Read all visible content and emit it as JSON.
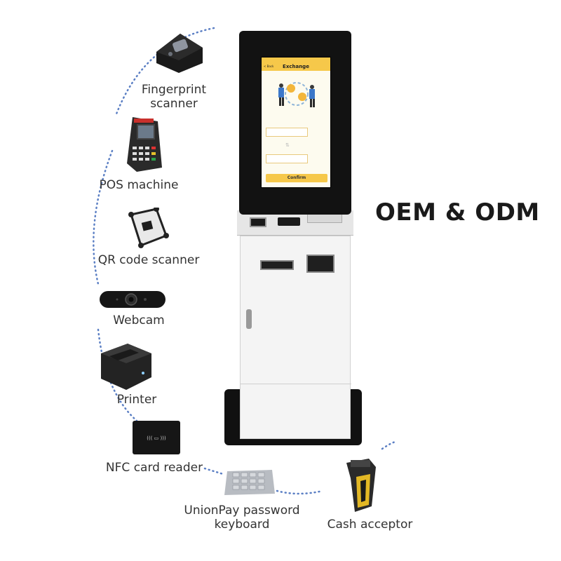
{
  "headline": "OEM & ODM",
  "components": {
    "fingerprint": {
      "label_line1": "Fingerprint",
      "label_line2": "scanner",
      "icon": "fingerprint-scanner-icon"
    },
    "pos": {
      "label": "POS machine",
      "icon": "pos-machine-icon"
    },
    "qr": {
      "label": "QR code scanner",
      "icon": "qr-scanner-icon"
    },
    "webcam": {
      "label": "Webcam",
      "icon": "webcam-icon"
    },
    "printer": {
      "label": "Printer",
      "icon": "printer-icon"
    },
    "nfc": {
      "label": "NFC card reader",
      "icon": "nfc-reader-icon"
    },
    "keyboard": {
      "label_line1": "UnionPay password",
      "label_line2": "keyboard",
      "icon": "keypad-icon"
    },
    "cash": {
      "label": "Cash acceptor",
      "icon": "cash-acceptor-icon"
    }
  },
  "kiosk_screen": {
    "header_title": "Exchange",
    "back_label": "< Back",
    "confirm_label": "Confirm"
  },
  "colors": {
    "accent": "#f6c84a",
    "kiosk_frame": "#121212",
    "dots": "#5b7fc4"
  }
}
